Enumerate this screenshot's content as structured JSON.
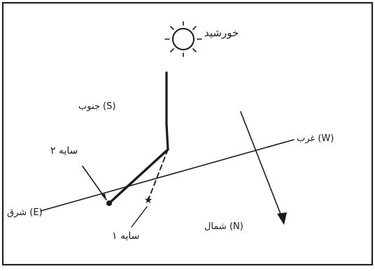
{
  "labels": {
    "sun": "خورشید",
    "south": "جنوب (S)",
    "west": "غرب (W)",
    "east": "شرق (E)",
    "north": "شمال (N)",
    "shadow2": "سایه ۲",
    "shadow1": "سایه ۱"
  },
  "colors": {
    "ink": "#1a1a1a",
    "frame": "#222222",
    "paper": "#ffffff"
  }
}
